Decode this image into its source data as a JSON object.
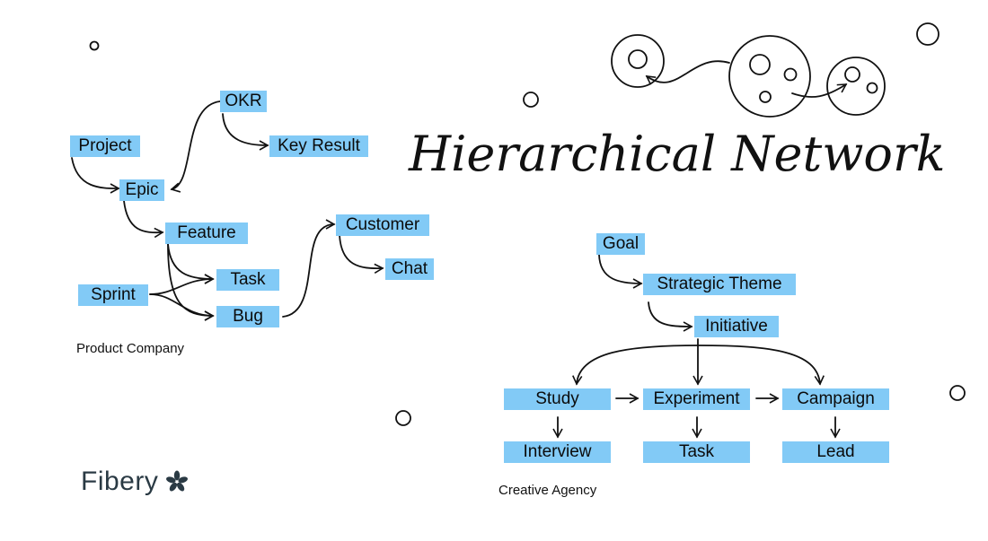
{
  "title": "Hierarchical Network",
  "brand": {
    "name": "Fibery",
    "logo_icon": "asterisk-icon"
  },
  "product_company": {
    "caption": "Product Company",
    "nodes": {
      "okr": "OKR",
      "project": "Project",
      "key_result": "Key Result",
      "epic": "Epic",
      "feature": "Feature",
      "customer": "Customer",
      "chat": "Chat",
      "sprint": "Sprint",
      "task": "Task",
      "bug": "Bug"
    }
  },
  "creative_agency": {
    "caption": "Creative Agency",
    "nodes": {
      "goal": "Goal",
      "strategic_theme": "Strategic Theme",
      "initiative": "Initiative",
      "study": "Study",
      "experiment": "Experiment",
      "campaign": "Campaign",
      "interview": "Interview",
      "task": "Task",
      "lead": "Lead"
    }
  },
  "colors": {
    "node_fill": "#82caf6",
    "line": "#111111"
  }
}
